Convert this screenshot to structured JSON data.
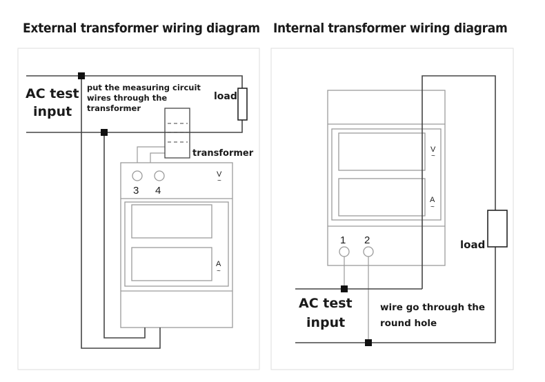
{
  "titles": {
    "external": "External transformer wiring diagram",
    "internal": "Internal transformer wiring diagram"
  },
  "external": {
    "ac_line1": "AC test",
    "ac_line2": "input",
    "note_line1": "put the measuring circuit",
    "note_line2": "wires through the",
    "note_line3": "transformer",
    "load": "load",
    "transformer": "transformer",
    "terminal_3": "3",
    "terminal_4": "4",
    "voltage_symbol": "V",
    "current_symbol": "A"
  },
  "internal": {
    "ac_line1": "AC test",
    "ac_line2": "input",
    "load": "load",
    "note_line1": "wire go through the",
    "note_line2": "round hole",
    "terminal_1": "1",
    "terminal_2": "2",
    "voltage_symbol": "V",
    "current_symbol": "A"
  }
}
